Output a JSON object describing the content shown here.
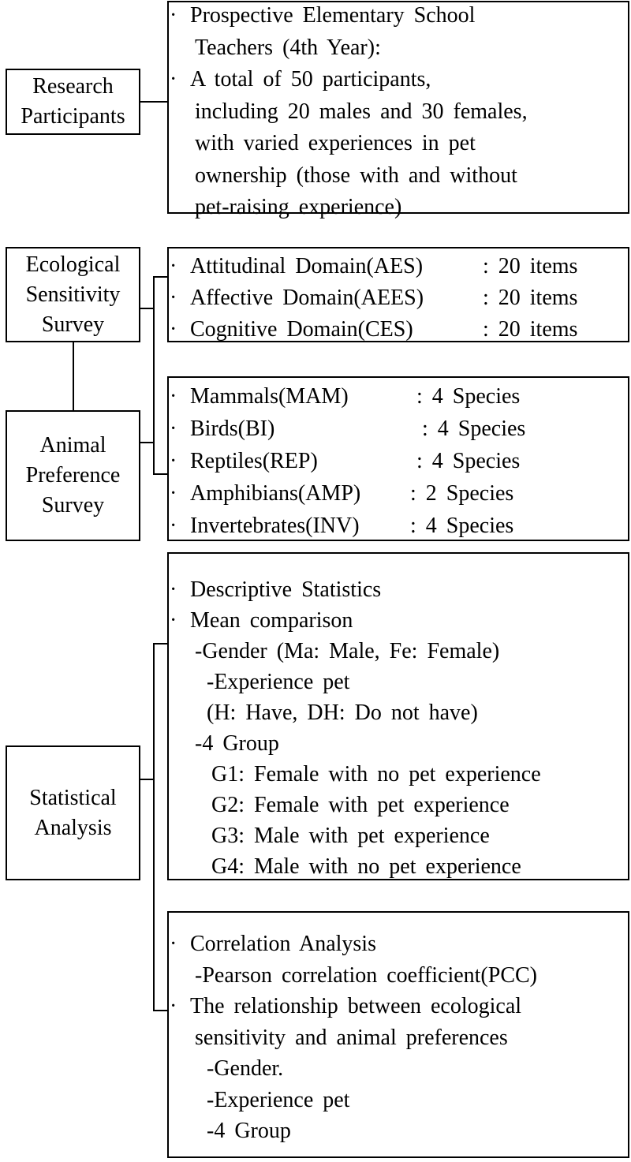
{
  "participants": {
    "label": "Research Participants",
    "lines": [
      {
        "bullet": true,
        "text": "Prospective Elementary School"
      },
      {
        "bullet": false,
        "text": "Teachers (4th Year):"
      },
      {
        "bullet": true,
        "text": "A total of 50 participants,"
      },
      {
        "bullet": false,
        "text": "including 20 males and 30 females,"
      },
      {
        "bullet": false,
        "text": "with varied experiences in pet"
      },
      {
        "bullet": false,
        "text": "ownership (those with and without"
      },
      {
        "bullet": false,
        "text": "pet-raising experience)"
      }
    ]
  },
  "ecological": {
    "label": "Ecological Sensitivity Survey",
    "items": [
      {
        "label": "Attitudinal Domain(AES)",
        "value": ": 20 items"
      },
      {
        "label": "Affective Domain(AEES)",
        "value": ": 20 items"
      },
      {
        "label": "Cognitive Domain(CES)",
        "value": ": 20 items"
      }
    ]
  },
  "animal": {
    "label": "Animal Preference Survey",
    "items": [
      {
        "label": "Mammals(MAM)",
        "value": ": 4 Species"
      },
      {
        "label": "Birds(BI)",
        "value": ": 4 Species"
      },
      {
        "label": "Reptiles(REP)",
        "value": ": 4 Species"
      },
      {
        "label": "Amphibians(AMP)",
        "value": ": 2 Species"
      },
      {
        "label": "Invertebrates(INV)",
        "value": ": 4 Species"
      }
    ]
  },
  "statistical": {
    "label": "Statistical Analysis",
    "box1": [
      {
        "bullet": true,
        "text": "Descriptive Statistics"
      },
      {
        "bullet": true,
        "text": "Mean comparison"
      },
      {
        "bullet": false,
        "text": "-Gender (Ma: Male, Fe: Female)"
      },
      {
        "bullet": false,
        "text": "-Experience pet"
      },
      {
        "bullet": false,
        "text": "(H: Have, DH: Do not have)"
      },
      {
        "bullet": false,
        "text": "-4 Group"
      },
      {
        "bullet": false,
        "text": "G1: Female with no pet experience"
      },
      {
        "bullet": false,
        "text": "G2: Female with pet experience"
      },
      {
        "bullet": false,
        "text": "G3: Male with pet experience"
      },
      {
        "bullet": false,
        "text": "G4: Male with no pet experience"
      }
    ],
    "box2": [
      {
        "bullet": true,
        "text": "Correlation Analysis"
      },
      {
        "bullet": false,
        "text": "-Pearson correlation coefficient(PCC)"
      },
      {
        "bullet": true,
        "text": "The relationship between ecological"
      },
      {
        "bullet": false,
        "text": "sensitivity and animal preferences"
      },
      {
        "bullet": false,
        "text": "-Gender."
      },
      {
        "bullet": false,
        "text": "-Experience pet"
      },
      {
        "bullet": false,
        "text": "-4 Group"
      }
    ]
  }
}
